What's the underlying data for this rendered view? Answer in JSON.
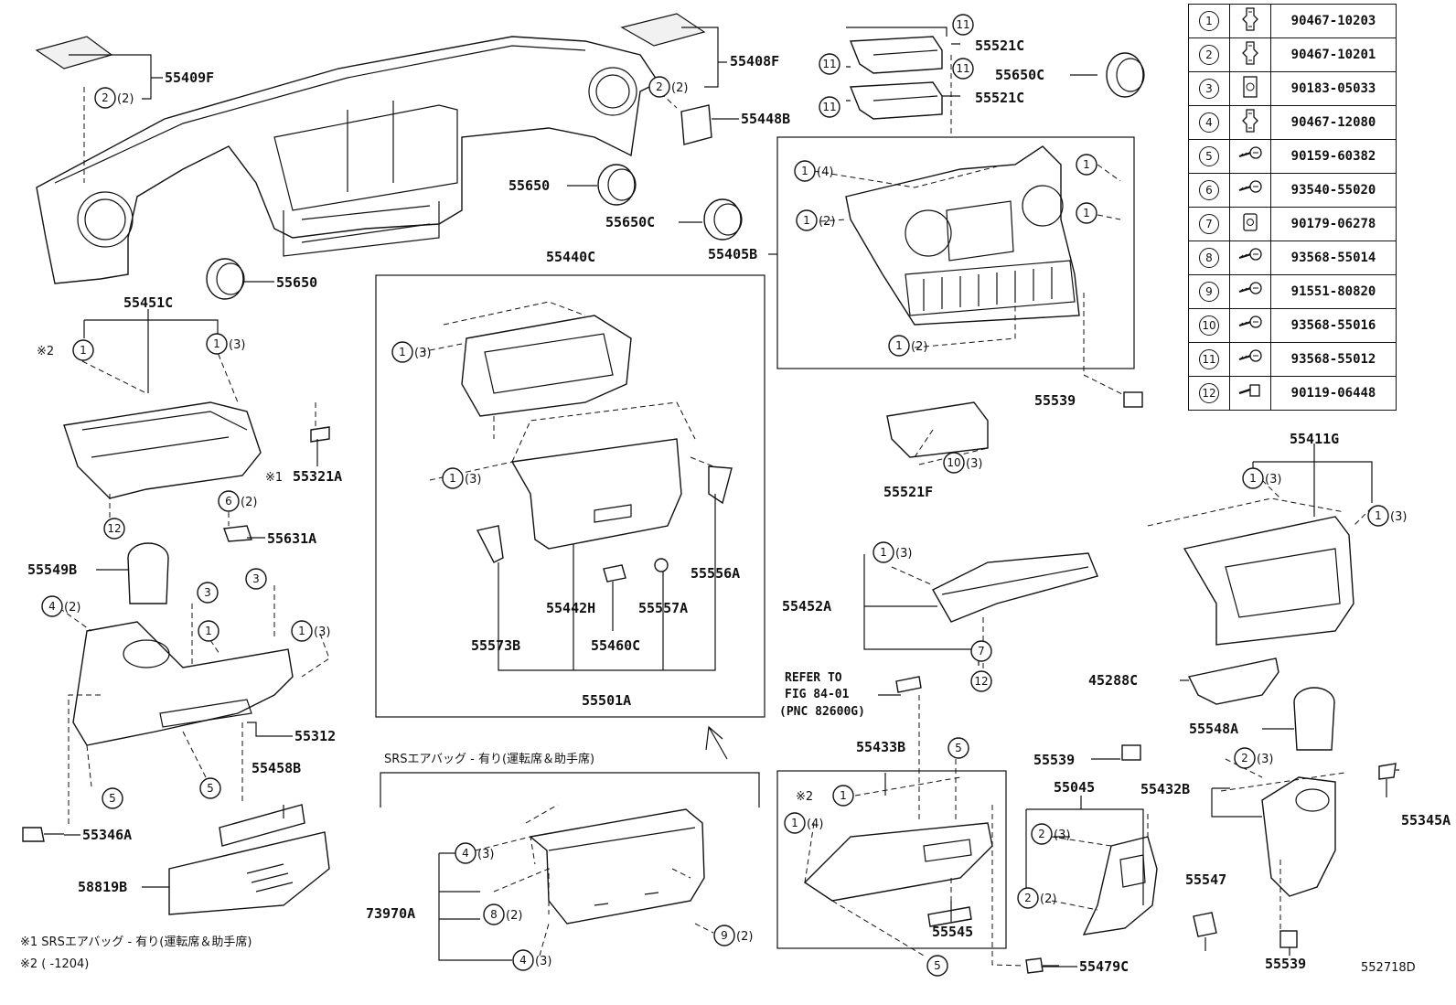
{
  "legend": [
    {
      "num": "1",
      "icon": "clip-icon",
      "part": "90467-10203"
    },
    {
      "num": "2",
      "icon": "clip-icon",
      "part": "90467-10201"
    },
    {
      "num": "3",
      "icon": "nut-clip-icon",
      "part": "90183-05033"
    },
    {
      "num": "4",
      "icon": "clip-icon",
      "part": "90467-12080"
    },
    {
      "num": "5",
      "icon": "screw-icon",
      "part": "90159-60382"
    },
    {
      "num": "6",
      "icon": "screw-icon",
      "part": "93540-55020"
    },
    {
      "num": "7",
      "icon": "nut-icon",
      "part": "90179-06278"
    },
    {
      "num": "8",
      "icon": "screw-icon",
      "part": "93568-55014"
    },
    {
      "num": "9",
      "icon": "screw-icon",
      "part": "91551-80820"
    },
    {
      "num": "10",
      "icon": "screw-icon",
      "part": "93568-55016"
    },
    {
      "num": "11",
      "icon": "screw-icon",
      "part": "93568-55012"
    },
    {
      "num": "12",
      "icon": "bolt-icon",
      "part": "90119-06448"
    }
  ],
  "labels": {
    "p55409F": "55409F",
    "p55408F": "55408F",
    "p55521C_a": "55521C",
    "p55521C_b": "55521C",
    "p55650C_a": "55650C",
    "p55448B": "55448B",
    "p55650_a": "55650",
    "p55650C_b": "55650C",
    "p55405B": "55405B",
    "p55650_b": "55650",
    "p55440C": "55440C",
    "p55451C": "55451C",
    "p55321A": "55321A",
    "p55631A": "55631A",
    "p55539_a": "55539",
    "p55521F": "55521F",
    "p55411G": "55411G",
    "p55549B": "55549B",
    "p55556A": "55556A",
    "p55442H": "55442H",
    "p55557A": "55557A",
    "p55452A": "55452A",
    "p55573B": "55573B",
    "p55460C": "55460C",
    "p55501A": "55501A",
    "p45288C": "45288C",
    "p55548A": "55548A",
    "p55312": "55312",
    "p55458B": "55458B",
    "p55433B": "55433B",
    "p55539_b": "55539",
    "p55045": "55045",
    "p55432B": "55432B",
    "p55345A": "55345A",
    "p55346A": "55346A",
    "p58819B": "58819B",
    "p73970A": "73970A",
    "p55547": "55547",
    "p55545": "55545",
    "p55479C": "55479C",
    "p55539_c": "55539"
  },
  "qty": {
    "q2": "(2)",
    "q3": "(3)",
    "q4": "(4)"
  },
  "marks": {
    "note1": "※1",
    "note2": "※2"
  },
  "refer": {
    "line1": "REFER TO",
    "line2": "FIG 84-01",
    "line3": "(PNC 82600G)"
  },
  "srs_banner": "SRSエアバッグ - 有り(運転席＆助手席)",
  "footnotes": {
    "n1": "※1  SRSエアバッグ - 有り(運転席＆助手席)",
    "n2": "※2 (       -1204)"
  },
  "figure_id": "552718D"
}
